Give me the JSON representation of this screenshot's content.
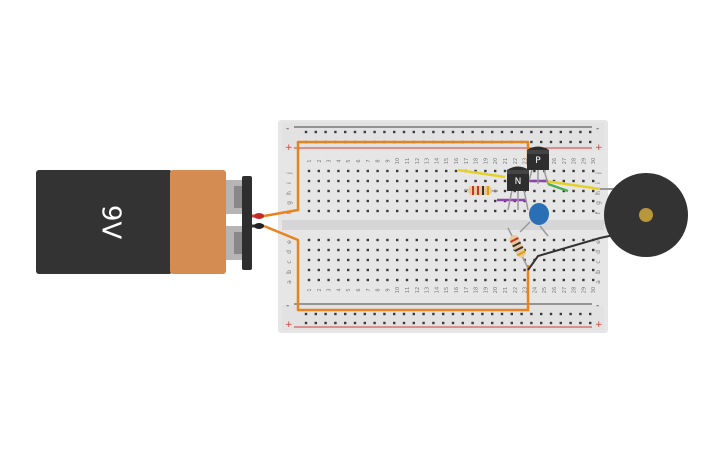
{
  "battery": {
    "label": "9V",
    "body_color": "#333333",
    "band_color": "#d48c52"
  },
  "breadboard": {
    "columns": 30,
    "rail_plus": "+",
    "rail_minus": "-",
    "row_letters_top": [
      "j",
      "i",
      "h",
      "g",
      "f"
    ],
    "row_letters_bottom": [
      "e",
      "d",
      "c",
      "b",
      "a"
    ],
    "board_color": "#e6e6e6",
    "plus_color": "#d23c3c",
    "minus_color": "#444444"
  },
  "transistors": [
    {
      "label": "P",
      "type": "PNP"
    },
    {
      "label": "N",
      "type": "NPN"
    }
  ],
  "wire_color": "#e8821e",
  "buzzer": {
    "body_color": "#333333",
    "center_color": "#b8963c"
  },
  "capacitor": {
    "color": "#2a6fb5"
  }
}
